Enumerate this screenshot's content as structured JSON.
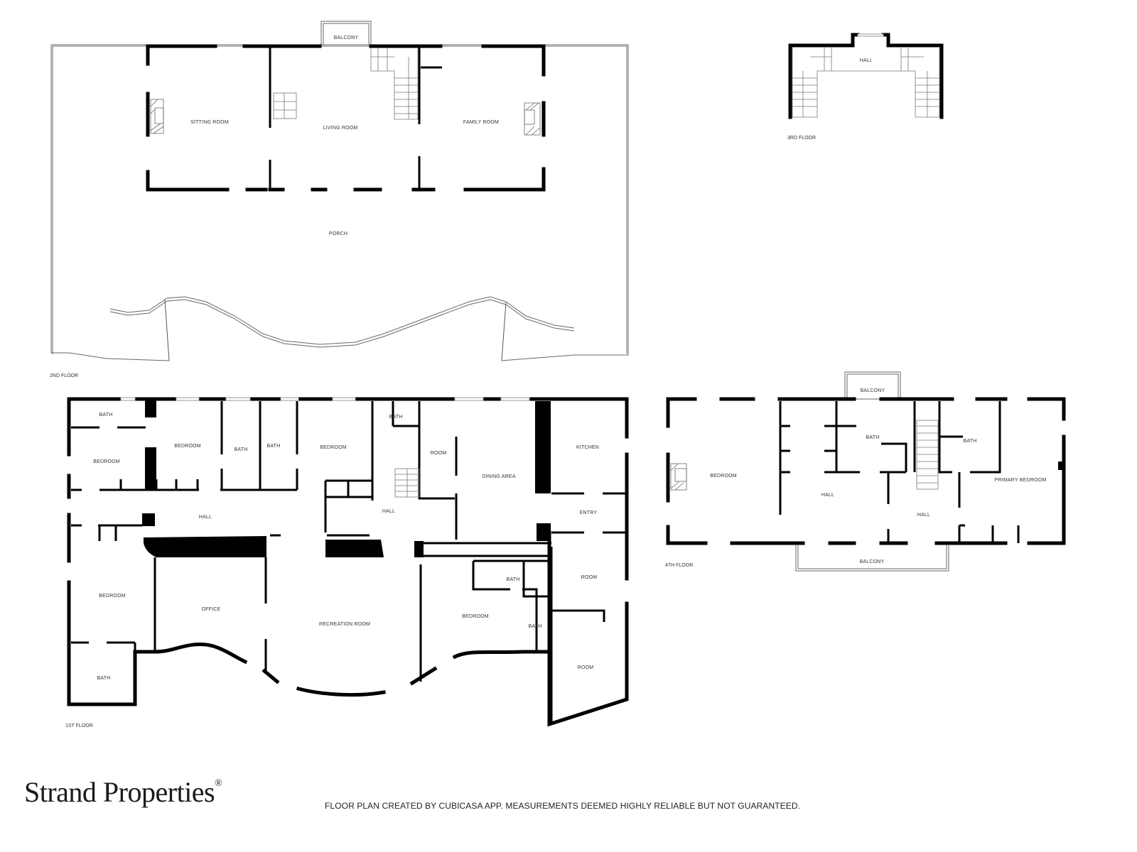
{
  "brand": {
    "name": "Strand Properties",
    "mark": "®"
  },
  "footer": {
    "disclaimer": "FLOOR PLAN CREATED BY CUBICASA APP. MEASUREMENTS DEEMED HIGHLY RELIABLE BUT NOT GUARANTEED."
  },
  "floors": {
    "second": {
      "label": "2ND FLOOR",
      "rooms": {
        "balcony": "BALCONY",
        "sitting_room": "SITTING ROOM",
        "living_room": "LIVING ROOM",
        "family_room": "FAMILY ROOM",
        "porch": "PORCH"
      }
    },
    "third": {
      "label": "3RD FLOOR",
      "rooms": {
        "hall": "HALL"
      }
    },
    "first": {
      "label": "1ST FLOOR",
      "rooms": {
        "bath_nw": "BATH",
        "bedroom_w": "BEDROOM",
        "bedroom_2": "BEDROOM",
        "bath_2": "BATH",
        "bath_3": "BATH",
        "bedroom_3": "BEDROOM",
        "bath_4": "BATH",
        "room_1": "ROOM",
        "dining_area": "DINING AREA",
        "kitchen": "KITCHEN",
        "hall_w": "HALL",
        "hall_c": "HALL",
        "entry": "ENTRY",
        "bedroom_sw": "BEDROOM",
        "office": "OFFICE",
        "recreation_room": "RECREATION ROOM",
        "bedroom_s": "BEDROOM",
        "bath_5": "BATH",
        "bath_6": "BATH",
        "room_2": "ROOM",
        "room_3": "ROOM",
        "bath_sw": "BATH"
      }
    },
    "fourth": {
      "label": "4TH FLOOR",
      "rooms": {
        "balcony_n": "BALCONY",
        "bedroom": "BEDROOM",
        "bath_1": "BATH",
        "bath_2": "BATH",
        "hall_1": "HALL",
        "hall_2": "HALL",
        "primary_bedroom": "PRIMARY BEDROOM",
        "balcony_s": "BALCONY"
      }
    }
  }
}
